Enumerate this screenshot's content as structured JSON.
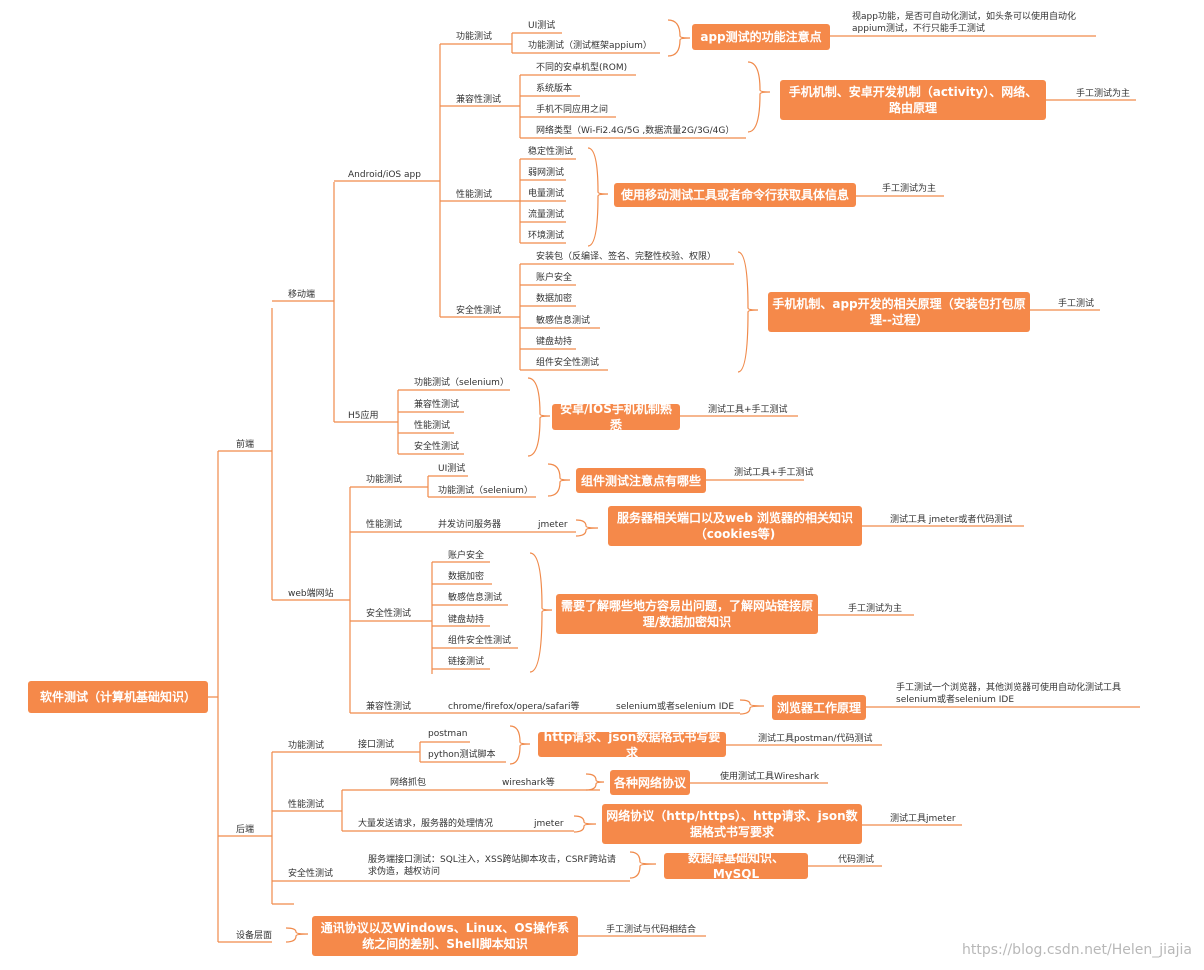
{
  "root": "软件测试（计算机基础知识）",
  "l1": {
    "frontend": "前端",
    "backend": "后端",
    "device": "设备层面"
  },
  "l2": {
    "mobile": "移动端",
    "web": "web端网站",
    "be_func": "功能测试",
    "be_perf": "性能测试",
    "be_sec": "安全性测试"
  },
  "l3": {
    "app": "Android/iOS app",
    "h5": "H5应用",
    "w_func": "功能测试",
    "w_perf": "性能测试",
    "w_sec": "安全性测试",
    "w_compat": "兼容性测试"
  },
  "app_cat": {
    "func": "功能测试",
    "compat": "兼容性测试",
    "perf": "性能测试",
    "sec": "安全性测试"
  },
  "app_func": [
    "UI测试",
    "功能测试（测试框架appium）"
  ],
  "app_compat": [
    "不同的安卓机型(ROM)",
    "系统版本",
    "手机不同应用之间",
    "网络类型（Wi-Fi2.4G/5G ,数据流量2G/3G/4G）"
  ],
  "app_perf": [
    "稳定性测试",
    "弱网测试",
    "电量测试",
    "流量测试",
    "环境测试"
  ],
  "app_sec": [
    "安装包（反编译、签名、完整性校验、权限）",
    "账户安全",
    "数据加密",
    "敏感信息测试",
    "键盘劫持",
    "组件安全性测试"
  ],
  "h5_items": [
    "功能测试（selenium）",
    "兼容性测试",
    "性能测试",
    "安全性测试"
  ],
  "web_func": [
    "UI测试",
    "功能测试（selenium）"
  ],
  "web_perf": {
    "item": "并发访问服务器",
    "tool": "jmeter"
  },
  "web_sec": [
    "账户安全",
    "数据加密",
    "敏感信息测试",
    "键盘劫持",
    "组件安全性测试",
    "链接测试"
  ],
  "web_compat": {
    "item": "chrome/firefox/opera/safari等",
    "tool": "selenium或者selenium IDE"
  },
  "be_func": {
    "sub": "接口测试",
    "items": [
      "postman",
      "python测试脚本"
    ]
  },
  "be_perf": {
    "net": "网络抓包",
    "net_tool": "wireshark等",
    "load": "大量发送请求，服务器的处理情况",
    "load_tool": "jmeter"
  },
  "be_sec": {
    "text1": "服务端接口测试：SQL注入，XSS跨站脚本攻击，CSRF跨站请",
    "text2": "求伪造，越权访问"
  },
  "boxes": {
    "b1": "app测试的功能注意点",
    "b2": "手机机制、安卓开发机制（activity）、网络、路由原理",
    "b3": "使用移动测试工具或者命令行获取具体信息",
    "b4": "手机机制、app开发的相关原理（安装包打包原理--过程）",
    "b5": "安卓/IOS手机机制熟悉",
    "b6": "组件测试注意点有哪些",
    "b7": "服务器相关端口以及web 浏览器的相关知识（cookies等)",
    "b8": "需要了解哪些地方容易出问题，了解网站链接原理/数据加密知识",
    "b9": "浏览器工作原理",
    "b10": "http请求、json数据格式书写要求",
    "b11": "各种网络协议",
    "b12": "网络协议（http/https）、http请求、json数据格式书写要求",
    "b13": "数据库基础知识、MySQL",
    "b14": "通讯协议以及Windows、Linux、OS操作系统之间的差别、Shell脚本知识"
  },
  "notes": {
    "n1a": "视app功能，是否可自动化测试，如头条可以使用自动化",
    "n1b": "appium测试，不行只能手工测试",
    "n2": "手工测试为主",
    "n3": "手工测试为主",
    "n4": "手工测试",
    "n5": "测试工具+手工测试",
    "n6": "测试工具+手工测试",
    "n7": "测试工具 jmeter或者代码测试",
    "n8": "手工测试为主",
    "n9a": "手工测试一个浏览器，其他浏览器可使用自动化测试工具",
    "n9b": "selenium或者selenium IDE",
    "n10": "测试工具postman/代码测试",
    "n11": "使用测试工具Wireshark",
    "n12": "测试工具jmeter",
    "n13": "代码测试",
    "n14": "手工测试与代码相结合"
  },
  "watermark": "https://blog.csdn.net/Helen_jiajia",
  "colors": {
    "accent": "#f5894a",
    "line": "#f08a4b"
  }
}
